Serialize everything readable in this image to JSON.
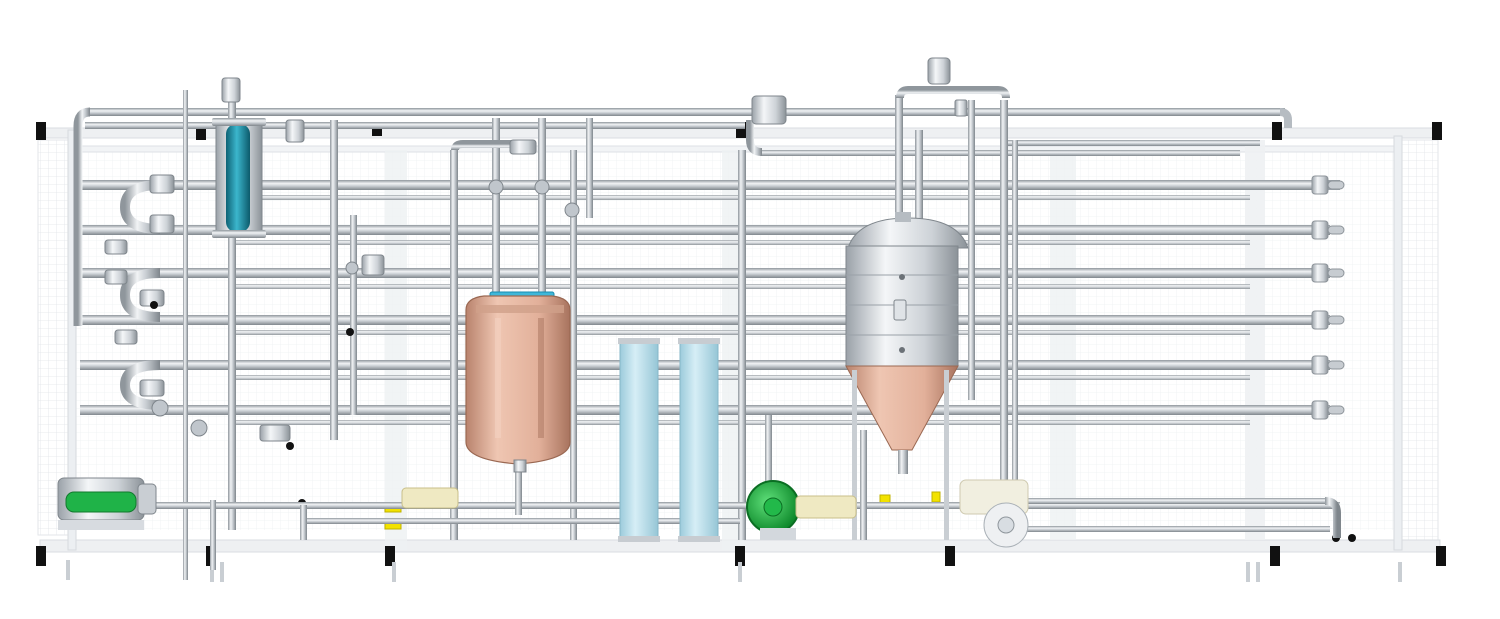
{
  "diagram": {
    "type": "process-plant-3d-render",
    "labels": [],
    "colors": {
      "background": "#ffffff",
      "pipe": "#c9ced3",
      "pipe_highlight": "#f1f3f5",
      "pipe_shadow": "#8f969c",
      "frame": "#e9ecef",
      "mesh": "#dfe3e7",
      "black_block": "#111111",
      "copper_tank": "#e6b7a0",
      "copper_tank_dark": "#c9917a",
      "steel_tank": "#d8dde2",
      "column_blue": "#b9dde9",
      "heat_exchanger_blue": "#1d8ea6",
      "pump_green": "#18a83a",
      "valve_yellow": "#f2e200"
    },
    "components": [
      "frame",
      "mesh-panel-left",
      "mesh-panel-right",
      "tubular-heat-exchanger-bank",
      "vertical-heat-exchanger",
      "balance-tank",
      "conical-steel-tank",
      "filter-column-1",
      "filter-column-2",
      "centrifugal-pump-left",
      "centrifugal-pump-center",
      "centrifugal-pump-right",
      "control-valves",
      "return-bends"
    ]
  }
}
